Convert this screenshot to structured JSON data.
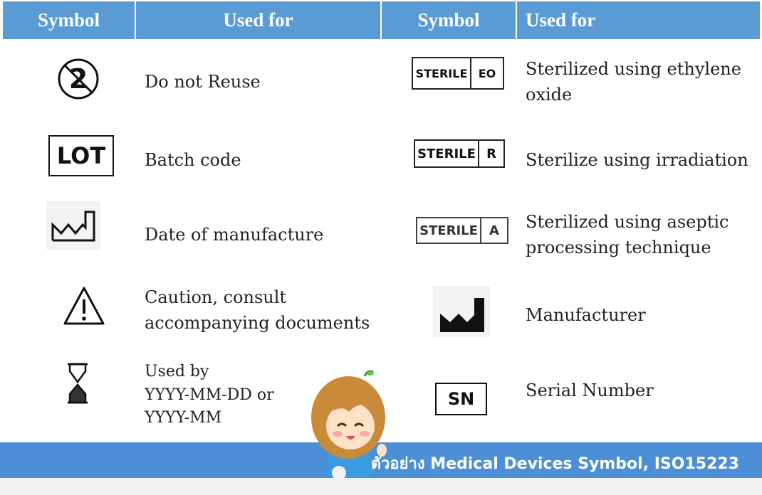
{
  "header": {
    "col1": "Symbol",
    "col2": "Used for",
    "col3": "Symbol",
    "col4": "Used for"
  },
  "left_rows": [
    {
      "icon": "do-not-reuse-icon",
      "label": "Do not Reuse"
    },
    {
      "icon": "lot-icon",
      "symbol_text": "LOT",
      "label": "Batch code"
    },
    {
      "icon": "date-of-manufacture-icon",
      "label": "Date of manufacture"
    },
    {
      "icon": "caution-icon",
      "label_line1": "Caution, consult",
      "label_line2": "accompanying documents"
    },
    {
      "icon": "hourglass-icon",
      "label_line1": "Used by",
      "label_line2": "YYYY-MM-DD or",
      "label_line3": "YYYY-MM"
    }
  ],
  "right_rows": [
    {
      "icon": "sterile-eo-icon",
      "symbol_a": "STERILE",
      "symbol_b": "EO",
      "label_line1": "Sterilized using ethylene",
      "label_line2": "oxide"
    },
    {
      "icon": "sterile-r-icon",
      "symbol_a": "STERILE",
      "symbol_b": "R",
      "label": "Sterilize using irradiation"
    },
    {
      "icon": "sterile-a-icon",
      "symbol_a": "STERILE",
      "symbol_b": "A",
      "label_line1": "Sterilized using aseptic",
      "label_line2": "processing technique"
    },
    {
      "icon": "manufacturer-icon",
      "label": "Manufacturer"
    },
    {
      "icon": "serial-number-icon",
      "symbol_text": "SN",
      "label": "Serial Number"
    }
  ],
  "do_not_reuse_digit": "2",
  "footer": {
    "caption": "ตัวอย่าง Medical Devices Symbol, ISO15223"
  },
  "colors": {
    "header_bg": "#5b9bd5",
    "footer_bg": "#4c8fd6",
    "text": "#222222"
  }
}
